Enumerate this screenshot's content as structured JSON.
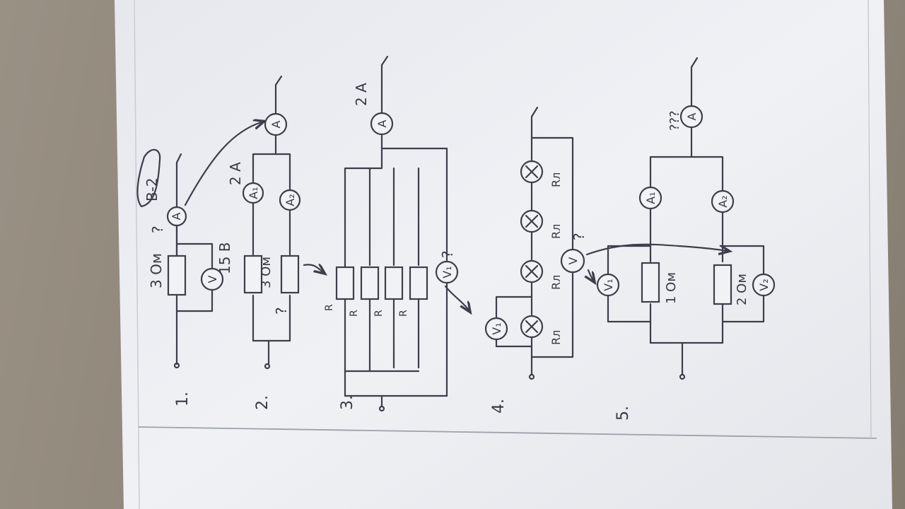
{
  "header": {
    "variant": "В-2"
  },
  "problems": [
    {
      "number": "1.",
      "resistor": "3 Ом",
      "voltmeter": "V",
      "voltage": "15 В",
      "ammeter": "A",
      "question": "?"
    },
    {
      "number": "2.",
      "current": "2 А",
      "ammeter_1": "A₁",
      "ammeter_2": "A₂",
      "ammeter_main": "A",
      "resistor_known": "3 Ом",
      "question": "?"
    },
    {
      "number": "3.",
      "current": "2 А",
      "ammeter": "A",
      "voltmeter": "V₁",
      "resistor": "R",
      "question": "?"
    },
    {
      "number": "4.",
      "voltmeter": "V",
      "voltmeter_1": "V₁",
      "lamp": "X",
      "lamp_resistance": "Rл",
      "question": "?"
    },
    {
      "number": "5.",
      "ammeter": "A",
      "ammeter_1": "A₁",
      "ammeter_2": "A₂",
      "voltmeter_1": "V₁",
      "voltmeter_2": "V₂",
      "resistor_1": "1 Ом",
      "resistor_2": "2 Ом",
      "question": "???"
    }
  ],
  "colors": {
    "ink": "#3c3f4a",
    "paper": "#eceef2",
    "floor": "#8f877c"
  }
}
